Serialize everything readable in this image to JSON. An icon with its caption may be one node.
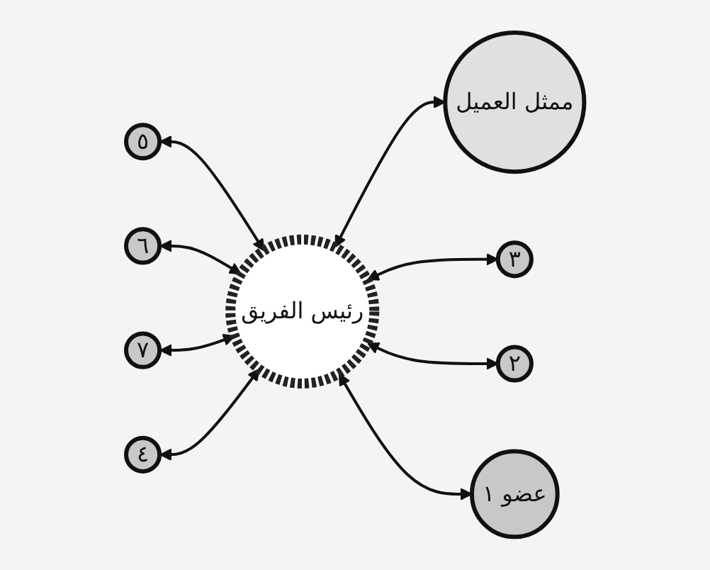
{
  "diagram": {
    "nodes": [
      {
        "text": [
          "٥"
        ]
      },
      {
        "text": [
          "٦"
        ]
      },
      {
        "text": [
          "٧"
        ]
      },
      {
        "text": [
          "٤"
        ]
      },
      {
        "text": [
          "رئيس الفريق"
        ]
      },
      {
        "text": [
          "ممثل العميل"
        ]
      },
      {
        "text": [
          "٣"
        ]
      },
      {
        "text": [
          "٢"
        ]
      },
      {
        "text": [
          "عضو ١"
        ]
      }
    ],
    "edges": [
      {
        "from": 0,
        "to": 4,
        "arrow": "both"
      },
      {
        "from": 1,
        "to": 4,
        "arrow": "both"
      },
      {
        "from": 2,
        "to": 4,
        "arrow": "both"
      },
      {
        "from": 3,
        "to": 4,
        "arrow": "both"
      },
      {
        "from": 4,
        "to": 5,
        "arrow": "both"
      },
      {
        "from": 4,
        "to": 6,
        "arrow": "both"
      },
      {
        "from": 4,
        "to": 7,
        "arrow": "both"
      },
      {
        "from": 4,
        "to": 8,
        "arrow": "both"
      }
    ]
  }
}
